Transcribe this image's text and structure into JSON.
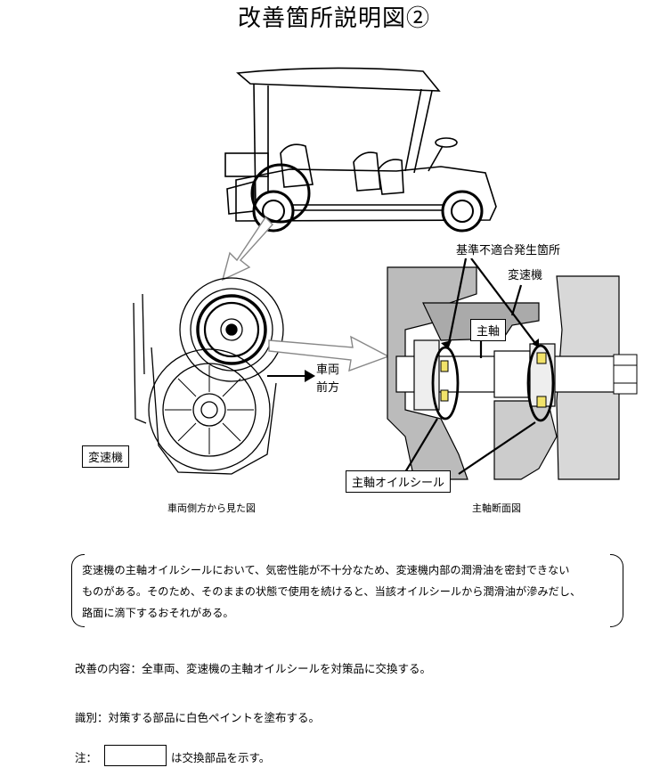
{
  "title": "改善箇所説明図②",
  "labels": {
    "fault_location": "基準不適合発生箇所",
    "transmission_top": "変速機",
    "main_shaft": "主軸",
    "vehicle_front_1": "車両",
    "vehicle_front_2": "前方",
    "transmission_left": "変速機",
    "main_shaft_oil_seal": "主軸オイルシール"
  },
  "captions": {
    "side_view": "車両側方から見た図",
    "section_view": "主軸断面図"
  },
  "notice": {
    "lines": [
      "変速機の主軸オイルシールにおいて、気密性能が不十分なため、変速機内部の潤滑油を密封できない",
      "ものがある。そのため、そのままの状態で使用を続けると、当該オイルシールから潤滑油が滲みだし、",
      "路面に滴下するおそれがある。"
    ]
  },
  "improvement": "改善の内容：全車両、変速機の主軸オイルシールを対策品に交換する。",
  "identification": "識別：対策する部品に白色ペイントを塗布する。",
  "note_prefix": "注：",
  "note_suffix": "は交換部品を示す。"
}
